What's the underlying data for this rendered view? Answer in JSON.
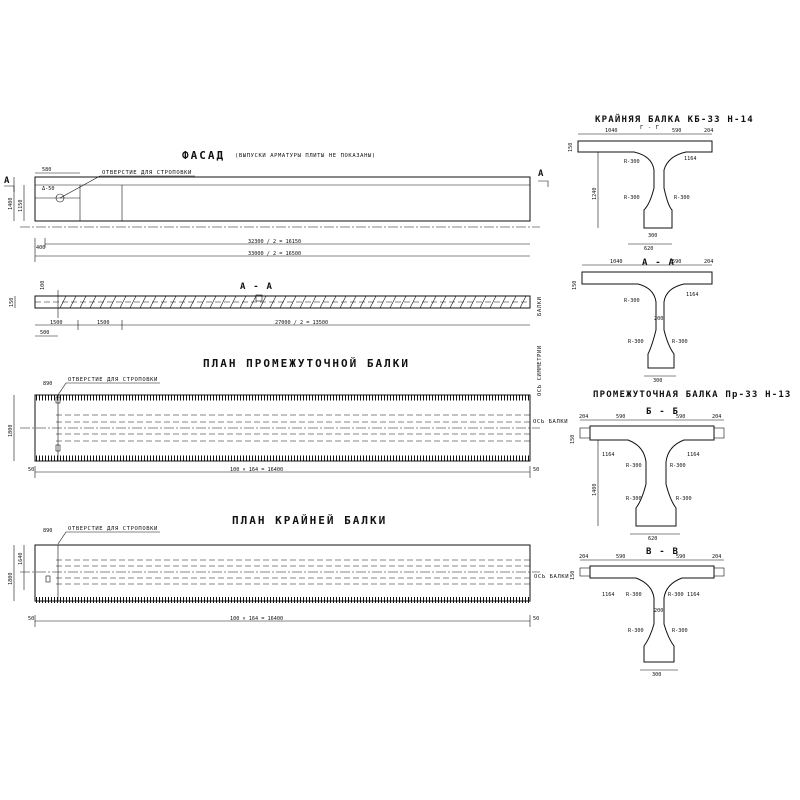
{
  "facade": {
    "title": "ФАСАД",
    "subtitle": "(ВЫПУСКИ АРМАТУРЫ ПЛИТЫ НЕ ПОКАЗАНЫ)",
    "hole_note": "ОТВЕРСТИЕ ДЛЯ СТРОПОВКИ",
    "section_mark": "А",
    "dim_top": "580",
    "dim_hole": "Δ-50",
    "dim_height": "1400",
    "dim_h2": "1150",
    "dim_end": "400",
    "dim_length1": "32300 / 2 = 16150",
    "dim_length2": "33000 / 2 = 16500"
  },
  "section_aa": {
    "title": "А - А",
    "dim_left": "1500",
    "dim_mid": "1500",
    "dim_main": "27000 / 2 = 13500",
    "dim_small": "500",
    "side_label": "БАЛКИ",
    "dim_v1": "150",
    "dim_v2": "100"
  },
  "plan_intermediate": {
    "title": "ПЛАН ПРОМЕЖУТОЧНОЙ БАЛКИ",
    "hole_note": "ОТВЕРСТИЕ ДЛЯ СТРОПОВКИ",
    "dim_top": "890",
    "dim_w": "1800",
    "dim_bottom": "100 × 164 = 16400",
    "dim_end_left": "50",
    "dim_end_right": "50",
    "side_label": "ОСЬ СИММЕТРИИ",
    "side_label2": "ОСЬ БАЛКИ"
  },
  "plan_edge": {
    "title": "ПЛАН КРАЙНЕЙ БАЛКИ",
    "hole_note": "ОТВЕРСТИЕ ДЛЯ СТРОПОВКИ",
    "dim_top": "890",
    "dim_w": "1800",
    "dim_w2": "1640",
    "dim_bottom": "100 × 164 = 16400",
    "dim_end_left": "50",
    "dim_end_right": "50",
    "side_label": "ОСЬ БАЛКИ"
  },
  "section_edge": {
    "title": "КРАЙНЯЯ БАЛКА  КБ-33 Н-14",
    "cut": "Г - Г",
    "dims": [
      "1040",
      "590",
      "204",
      "R-300",
      "1164",
      "R-300",
      "R-300",
      "620",
      "300",
      "1240",
      "150"
    ]
  },
  "section_aa_right": {
    "cut": "А - А",
    "dims": [
      "1040",
      "590",
      "204",
      "R-300",
      "1164",
      "R-300",
      "R-300",
      "200",
      "300",
      "150"
    ]
  },
  "section_intermediate": {
    "title": "ПРОМЕЖУТОЧНАЯ БАЛКА  Пр-33 Н-13",
    "cut": "Б - Б",
    "dims": [
      "204",
      "590",
      "590",
      "204",
      "1164",
      "1164",
      "R-300",
      "R-300",
      "R-300",
      "R-300",
      "620",
      "1400",
      "150"
    ]
  },
  "section_bv": {
    "cut": "В - В",
    "dims": [
      "204",
      "590",
      "590",
      "204",
      "1164",
      "1164",
      "R-300",
      "R-300",
      "R-300",
      "R-300",
      "200",
      "300",
      "150"
    ]
  }
}
